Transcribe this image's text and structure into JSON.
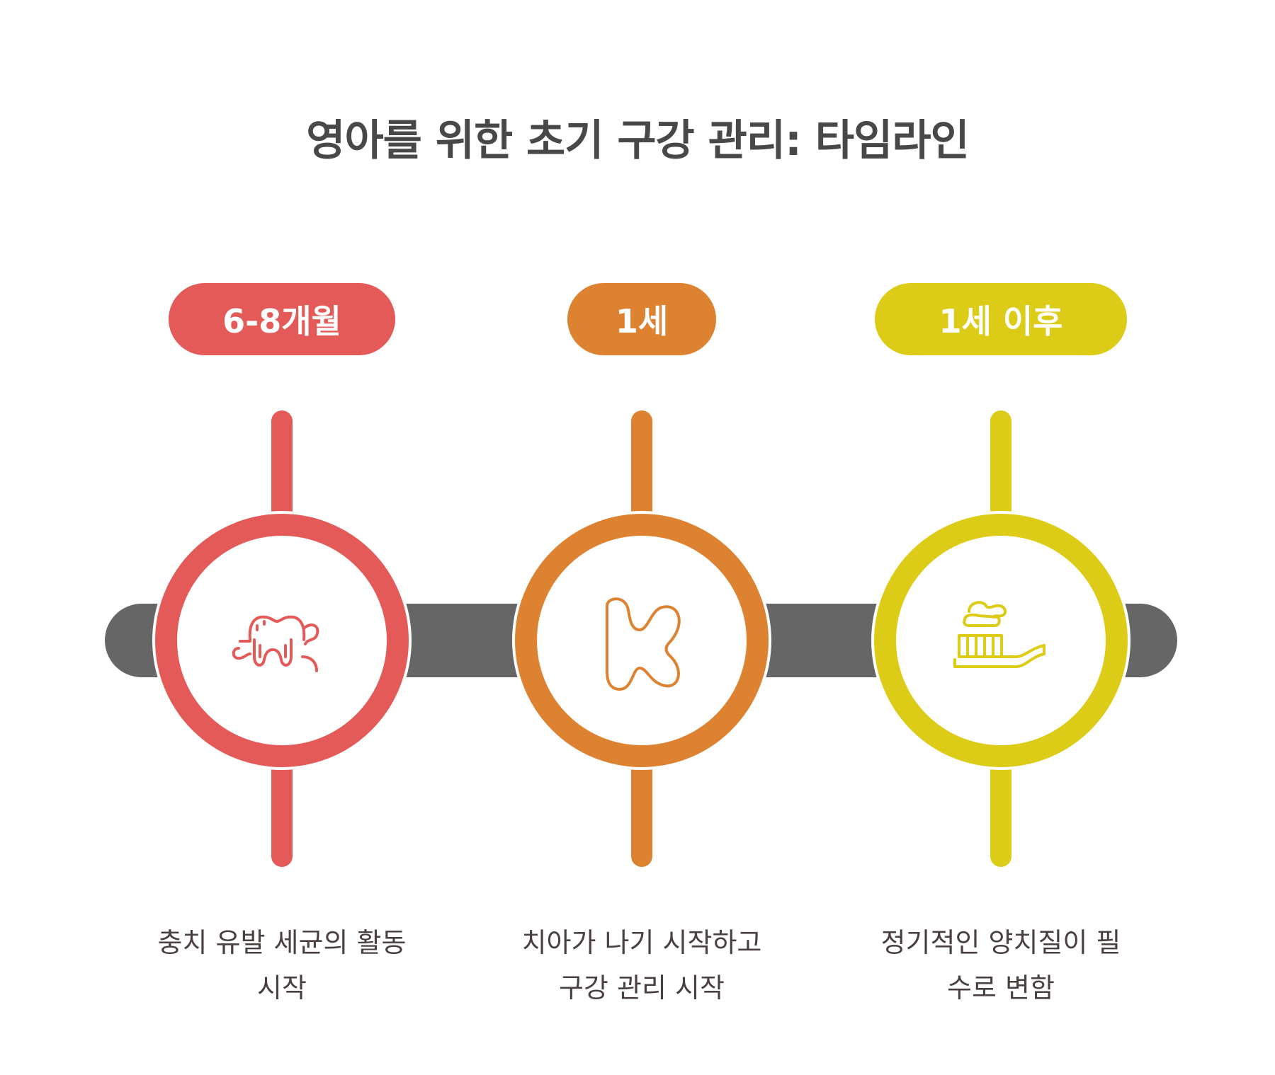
{
  "title": "영아를 위한 초기 구강 관리: 타임라인",
  "colors": {
    "bar": "#666666",
    "stage1": "#e35a58",
    "stage2": "#dd8230",
    "stage3": "#dccb17"
  },
  "stages": [
    {
      "label": "6-8개월",
      "description_lines": [
        "충치 유발 세균의 활동",
        "시작"
      ],
      "icon": "teeth-with-germs-icon"
    },
    {
      "label": "1세",
      "description_lines": [
        "치아가 나기 시작하고",
        "구강 관리 시작"
      ],
      "icon": "baby-tooth-icon"
    },
    {
      "label": "1세 이후",
      "description_lines": [
        "정기적인 양치질이 필",
        "수로 변함"
      ],
      "icon": "toothbrush-with-paste-icon"
    }
  ]
}
